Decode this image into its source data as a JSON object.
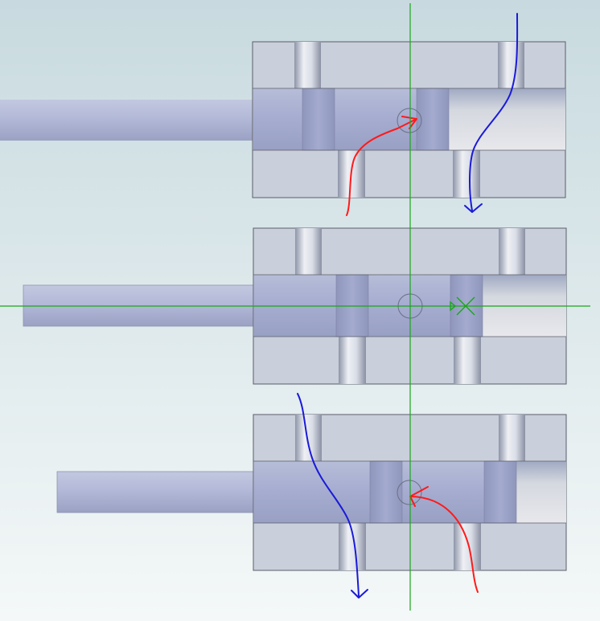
{
  "diagram": {
    "subject": "spool-valve-cross-section",
    "views": [
      {
        "id": "top",
        "state": "shifted-left",
        "flows": [
          "supply-flow",
          "return-flow"
        ]
      },
      {
        "id": "middle",
        "state": "neutral",
        "flows": []
      },
      {
        "id": "bottom",
        "state": "shifted-right",
        "flows": [
          "supply-flow",
          "return-flow"
        ]
      }
    ],
    "colors": {
      "background_top": "#c9dbe0",
      "background_bottom": "#f3f8f8",
      "body": "#c9cfdb",
      "body_edge": "#5a5e6a",
      "bore": "#a6adcd",
      "spool_land": "#9ea5c8",
      "rod": "#b1b7d6",
      "empty_chamber": "#e4e4e9",
      "crosshair": "#1aa61a",
      "supply_flow": "#ff1a1a",
      "return_flow": "#1a1ad9"
    },
    "icons": [
      "pivot-circle-icon",
      "constraint-x-icon",
      "flow-arrow-icon"
    ]
  }
}
